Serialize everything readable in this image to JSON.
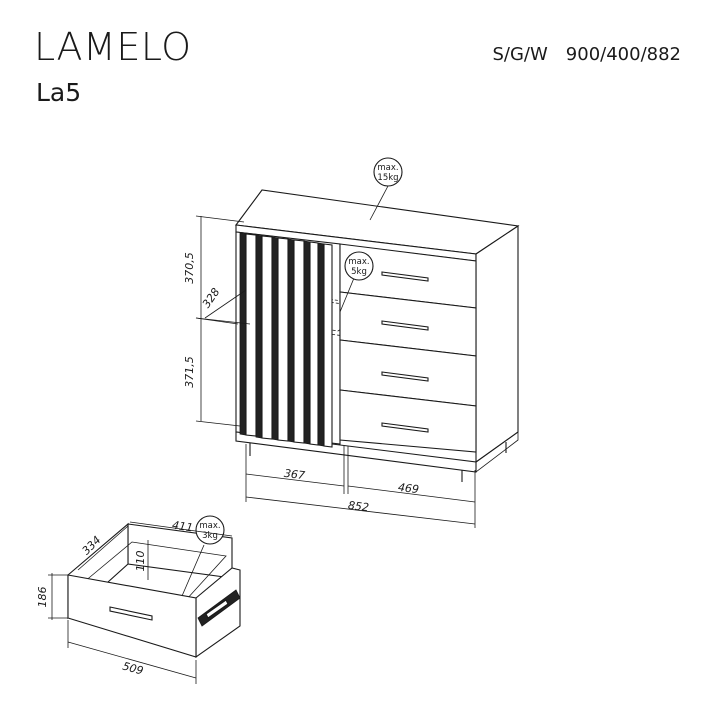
{
  "header": {
    "product_name": "LAMELO",
    "model_code": "La5",
    "dims_label": "S/G/W",
    "dims_value": "900/400/882"
  },
  "loads": {
    "top": {
      "line1": "max.",
      "line2": "15kg"
    },
    "shelf": {
      "line1": "max.",
      "line2": "5kg"
    },
    "drawer": {
      "line1": "max.",
      "line2": "3kg"
    }
  },
  "dimensions": {
    "upper_height": "370,5",
    "lower_height": "371,5",
    "shelf_depth": "328",
    "left_width": "367",
    "right_width": "469",
    "inner_width": "852",
    "drawer_depth": "334",
    "drawer_inner_width": "411",
    "drawer_inner_height": "110",
    "drawer_height": "186",
    "drawer_width": "509"
  }
}
